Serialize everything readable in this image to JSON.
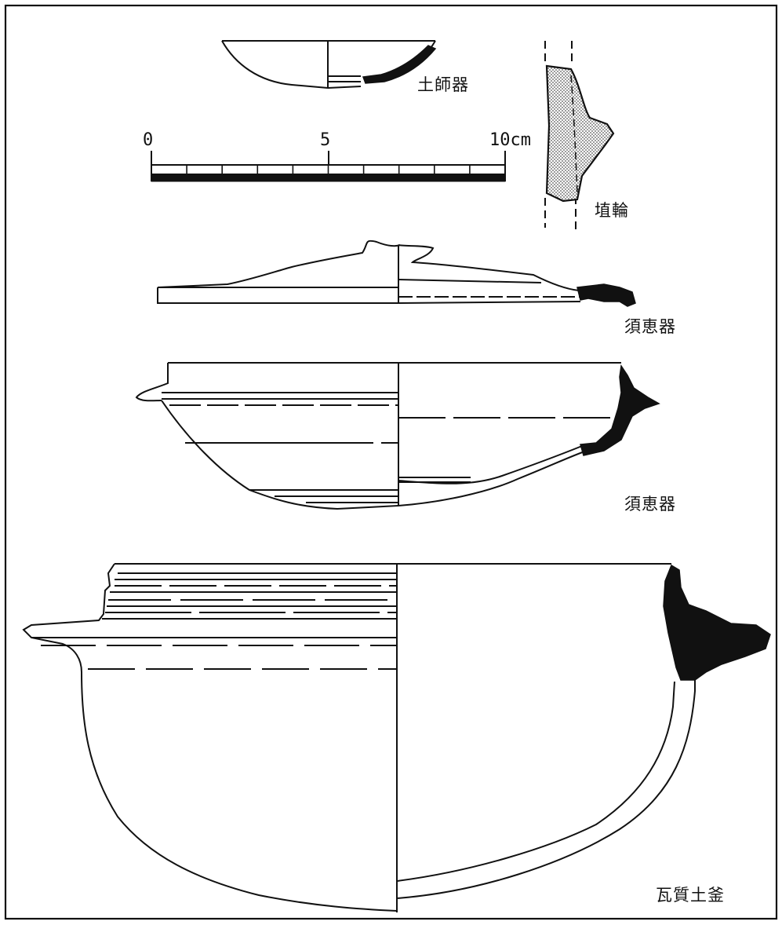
{
  "labels": {
    "hajiki": "土師器",
    "haniwa": "埴輪",
    "sueki_lid": "須恵器",
    "sueki_bowl": "須恵器",
    "gashitsu_kama": "瓦質土釜"
  },
  "scale": {
    "ticks": [
      "0",
      "5",
      "10cm"
    ],
    "divisions": 10
  },
  "colors": {
    "ink": "#111111",
    "section_fill": "#111111",
    "haniwa_fill": "#c8c8c8",
    "paper": "#ffffff"
  }
}
